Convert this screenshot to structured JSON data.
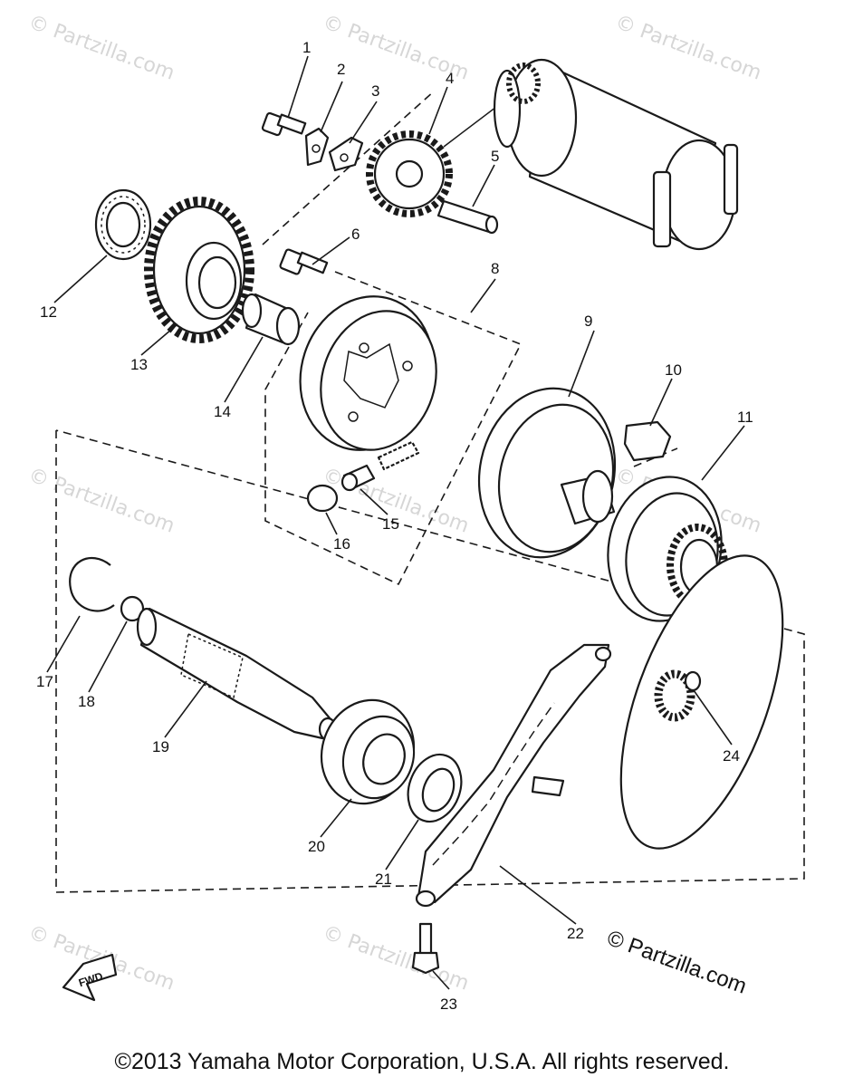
{
  "watermark": "© Partzilla.com",
  "corner_watermark": "© Partzilla.com",
  "footer": "©2013 Yamaha Motor Corporation, U.S.A. All rights reserved.",
  "fwd_label": "FWD",
  "callouts": [
    "1",
    "2",
    "3",
    "4",
    "5",
    "6",
    "8",
    "9",
    "10",
    "11",
    "12",
    "13",
    "14",
    "15",
    "16",
    "17",
    "18",
    "19",
    "20",
    "21",
    "22",
    "23",
    "24"
  ]
}
